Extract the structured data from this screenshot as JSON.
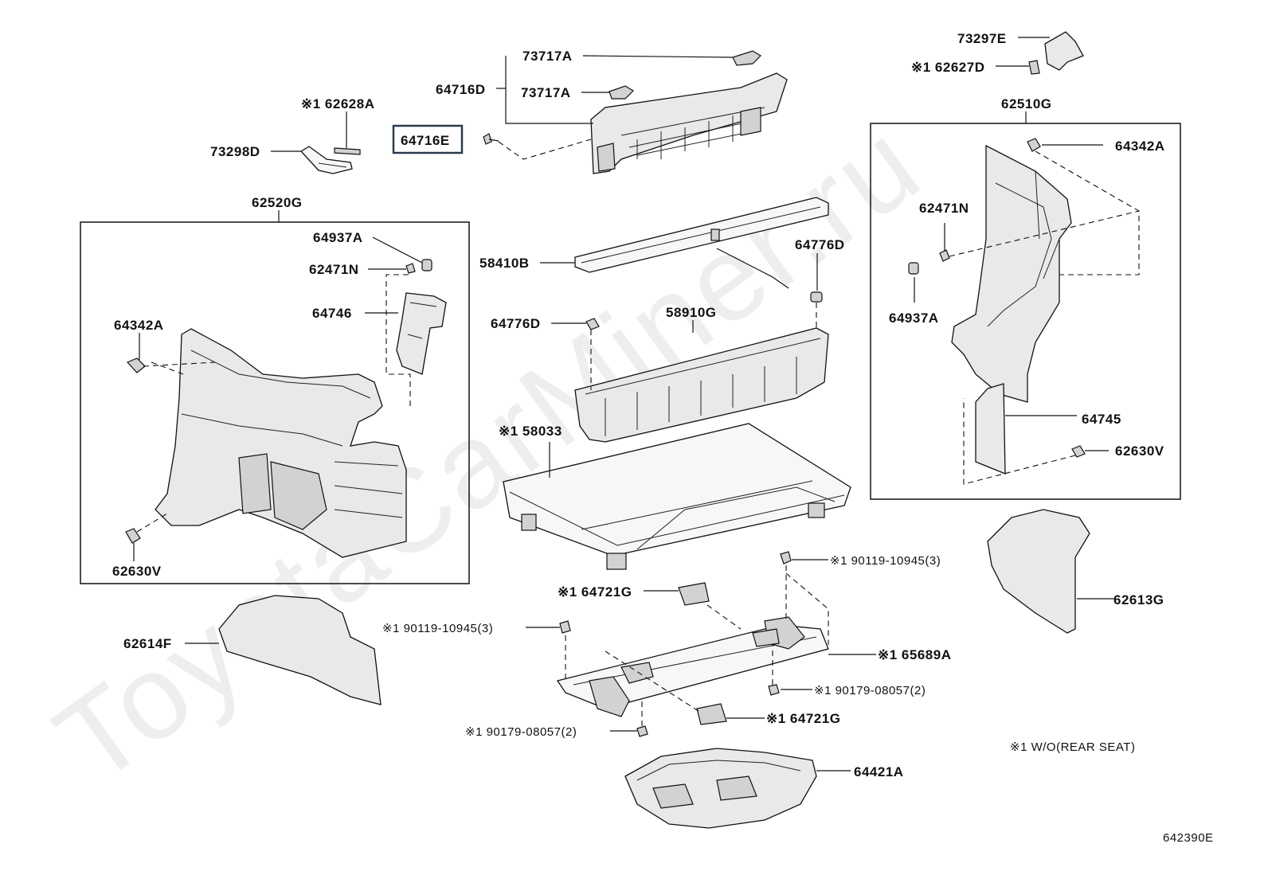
{
  "watermark": "ToyotaCarMiner.ru",
  "diagram_id": "642390E",
  "footnote": "※1  W/O(REAR SEAT)",
  "labels": {
    "p73717A_top": "73717A",
    "p73717A_mid": "73717A",
    "p64716D": "64716D",
    "p64716E": "64716E",
    "p62628A": "※1 62628A",
    "p73298D": "73298D",
    "p73297E": "73297E",
    "p62627D": "※1 62627D",
    "p62510G": "62510G",
    "p64342A_right": "64342A",
    "p62471N_right": "62471N",
    "p64937A_right": "64937A",
    "p64745": "64745",
    "p62630V_right": "62630V",
    "p62520G": "62520G",
    "p64937A_left": "64937A",
    "p62471N_left": "62471N",
    "p64746": "64746",
    "p64342A_left": "64342A",
    "p62630V_left": "62630V",
    "p58410B": "58410B",
    "p64776D_right": "64776D",
    "p64776D_left": "64776D",
    "p58910G": "58910G",
    "p58033": "※1 58033",
    "p62613G": "62613G",
    "p62614F": "62614F",
    "p90119_right": "※1 90119-10945(3)",
    "p64721G_top": "※1 64721G",
    "p90119_left": "※1 90119-10945(3)",
    "p65689A": "※1 65689A",
    "p90179_right": "※1 90179-08057(2)",
    "p64721G_bottom": "※1 64721G",
    "p90179_left": "※1 90179-08057(2)",
    "p64421A": "64421A"
  }
}
